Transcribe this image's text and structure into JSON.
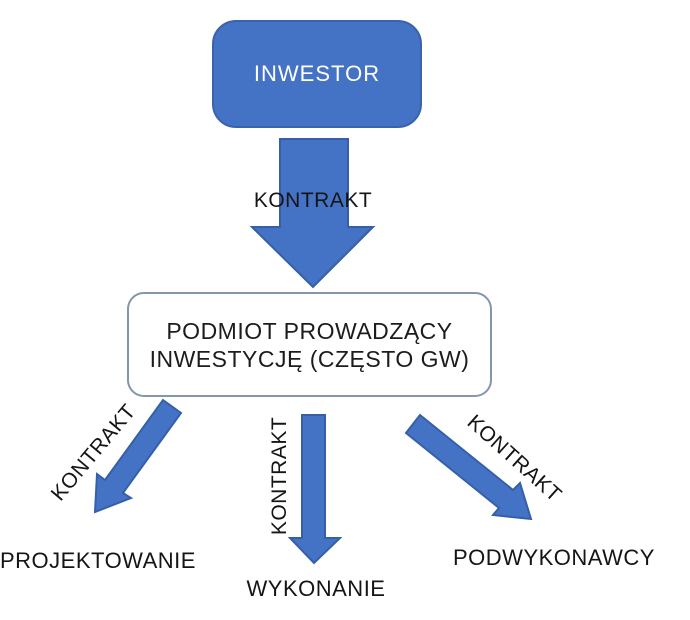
{
  "colors": {
    "background": "#FFFFFF",
    "node_fill": "#4472C4",
    "node_stroke": "#3A63AD",
    "arrow_fill": "#4472C4",
    "arrow_stroke": "#3560A8",
    "hub_border": "#8496AD",
    "node_text": "#FFFFFF",
    "text": "#1C1C1C"
  },
  "investor": {
    "label": "INWESTOR"
  },
  "hub": {
    "lines": [
      "PODMIOT PROWADZĄCY",
      "INWESTYCJĘ (CZĘSTO GW)"
    ]
  },
  "contracts": {
    "top": "KONTRAKT",
    "left": "KONTRAKT",
    "middle": "KONTRAKT",
    "right": "KONTRAKT"
  },
  "outcomes": {
    "left": "PROJEKTOWANIE",
    "middle": "WYKONANIE",
    "right": "PODWYKONAWCY"
  }
}
